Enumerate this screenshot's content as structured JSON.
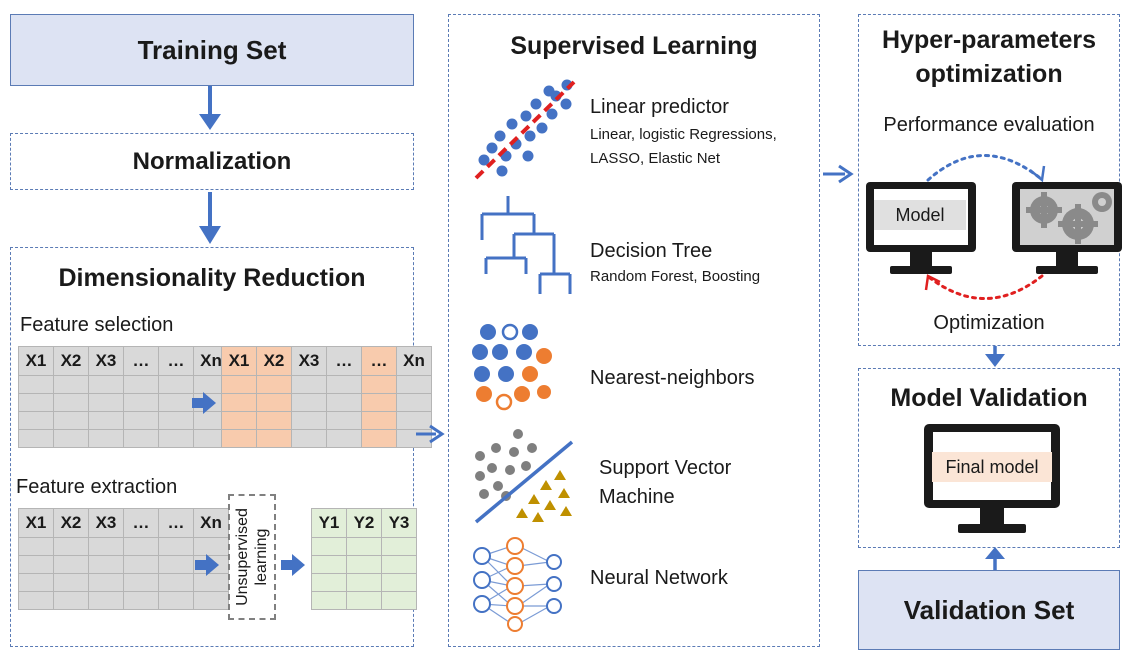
{
  "training_set": "Training Set",
  "normalization": "Normalization",
  "dim_reduction": {
    "title": "Dimensionality Reduction",
    "feature_selection": "Feature selection",
    "feature_extraction": "Feature extraction",
    "x_headers": [
      "X1",
      "X2",
      "X3",
      "…",
      "…",
      "Xn"
    ],
    "y_headers": [
      "Y1",
      "Y2",
      "Y3"
    ],
    "unsupervised": "Unsupervised learning"
  },
  "supervised": {
    "title": "Supervised Learning",
    "items": [
      {
        "label": "Linear predictor",
        "sub1": "Linear, logistic Regressions,",
        "sub2": "LASSO, Elastic Net"
      },
      {
        "label": "Decision Tree",
        "sub1": "Random Forest, Boosting",
        "sub2": ""
      },
      {
        "label": "Nearest-neighbors",
        "sub1": "",
        "sub2": ""
      },
      {
        "label": "Support Vector",
        "label2": "Machine",
        "sub1": "",
        "sub2": ""
      },
      {
        "label": "Neural Network",
        "sub1": "",
        "sub2": ""
      }
    ]
  },
  "hyper": {
    "title1": "Hyper-parameters",
    "title2": "optimization",
    "perf": "Performance evaluation",
    "model": "Model",
    "optimization": "Optimization"
  },
  "validation": {
    "title": "Model Validation",
    "final_model": "Final model"
  },
  "validation_set": "Validation Set",
  "colors": {
    "accent": "#4472c4",
    "border": "#5b7bb5",
    "box_fill": "#dde3f3",
    "selected_col": "#f8cbad",
    "extracted": "#e2efd9",
    "orange": "#ed7d31",
    "gold": "#bf9000",
    "red": "#e02020"
  }
}
